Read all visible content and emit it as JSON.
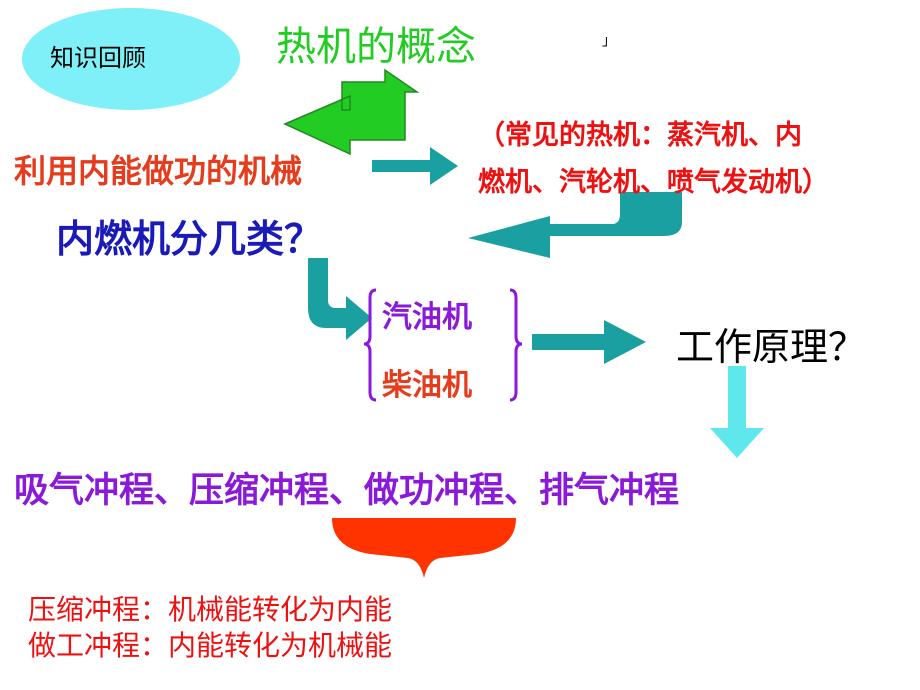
{
  "recap_label": "知识回顾",
  "concept_title": "热机的概念",
  "corner_mark": "」",
  "definition": "利用内能做功的机械",
  "examples": {
    "line1": "（常见的热机：蒸汽机、内",
    "line2": "燃机、汽轮机、喷气发动机）"
  },
  "question": "内燃机分几类？",
  "types": {
    "petrol": "汽油机",
    "diesel": "柴油机"
  },
  "principle_question": "工作原理？",
  "strokes": "吸气冲程、压缩冲程、做功冲程、排气冲程",
  "conversions": {
    "compression": "压缩冲程：机械能转化为内能",
    "power": "做工冲程：内能转化为机械能"
  },
  "colors": {
    "green_arrow": "#22cc22",
    "teal_arrow": "#1aa0a0",
    "cyan_arrow": "#5ee8ee",
    "red_brace": "#ff3300",
    "purple_bracket": "#8a1ad8"
  }
}
